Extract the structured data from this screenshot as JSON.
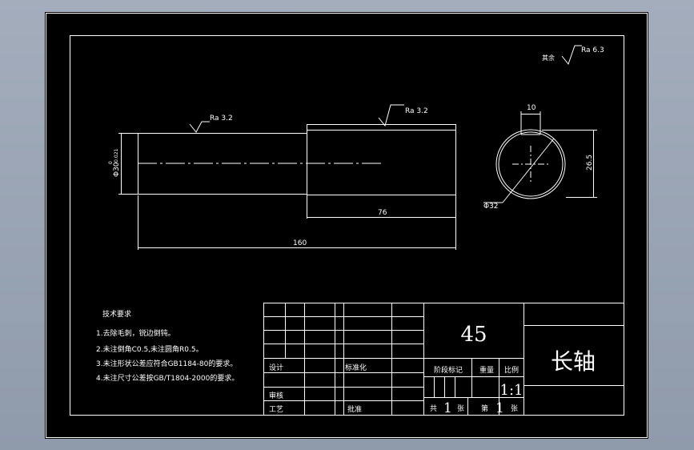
{
  "roughness": {
    "other_label": "其余",
    "other_value": "Ra 6.3",
    "left_value": "Ra 3.2",
    "right_value": "Ra 3.2"
  },
  "dimensions": {
    "phi30": "Φ30",
    "tol_upper": "0",
    "tol_lower": "-0.021",
    "len76": "76",
    "len160": "160",
    "key10": "10",
    "depth26_5": "26.5",
    "dia32": "Φ32"
  },
  "tech": {
    "title": "技术要求",
    "items": [
      "1.去除毛刺，锐边倒钝。",
      "2.未注倒角C0.5,未注圆角R0.5。",
      "3.未注形状公差应符合GB1184-80的要求。",
      "4.未注尺寸公差按GB/T1804-2000的要求。"
    ]
  },
  "title_block": {
    "material": "45",
    "part_name": "长轴",
    "design": "设计",
    "standard": "标准化",
    "review": "审核",
    "process": "工艺",
    "approve": "批准",
    "stage_mark": "阶段标记",
    "weight": "重量",
    "scale_label": "比例",
    "scale": "1:1",
    "total": "共",
    "total_n": "1",
    "sheets": "张",
    "index": "第",
    "index_n": "1",
    "sheet": "张"
  }
}
